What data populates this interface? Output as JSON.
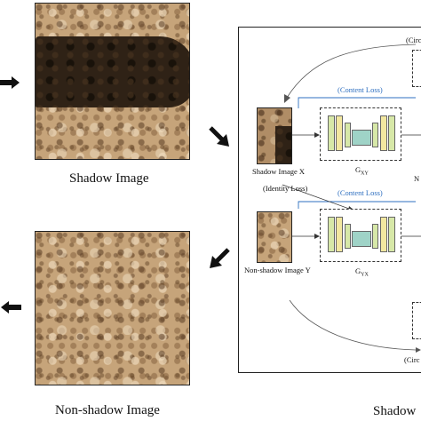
{
  "left": {
    "shadow_caption": "Shadow Image",
    "nonshadow_caption": "Non-shadow Image"
  },
  "framework": {
    "title": "Shadow",
    "circ_top": "(Circ",
    "circ_bottom": "(Circ",
    "content_loss_1": "(Content Loss)",
    "content_loss_2": "(Content Loss)",
    "identity_loss": "(Identity Loss)",
    "shadow_x_label": "Shadow Image X",
    "nonshadow_y_label": "Non-shadow Image Y",
    "gxy_label": "G",
    "gxy_sub": "XY",
    "gyx_label": "G",
    "gyx_sub": "YX",
    "n_label": "N"
  },
  "colors": {
    "loss_blue": "#2e6fc0",
    "layer_green": "#d7e8a8",
    "layer_yellow": "#f2e7a0",
    "layer_teal": "#9fd3c7"
  }
}
